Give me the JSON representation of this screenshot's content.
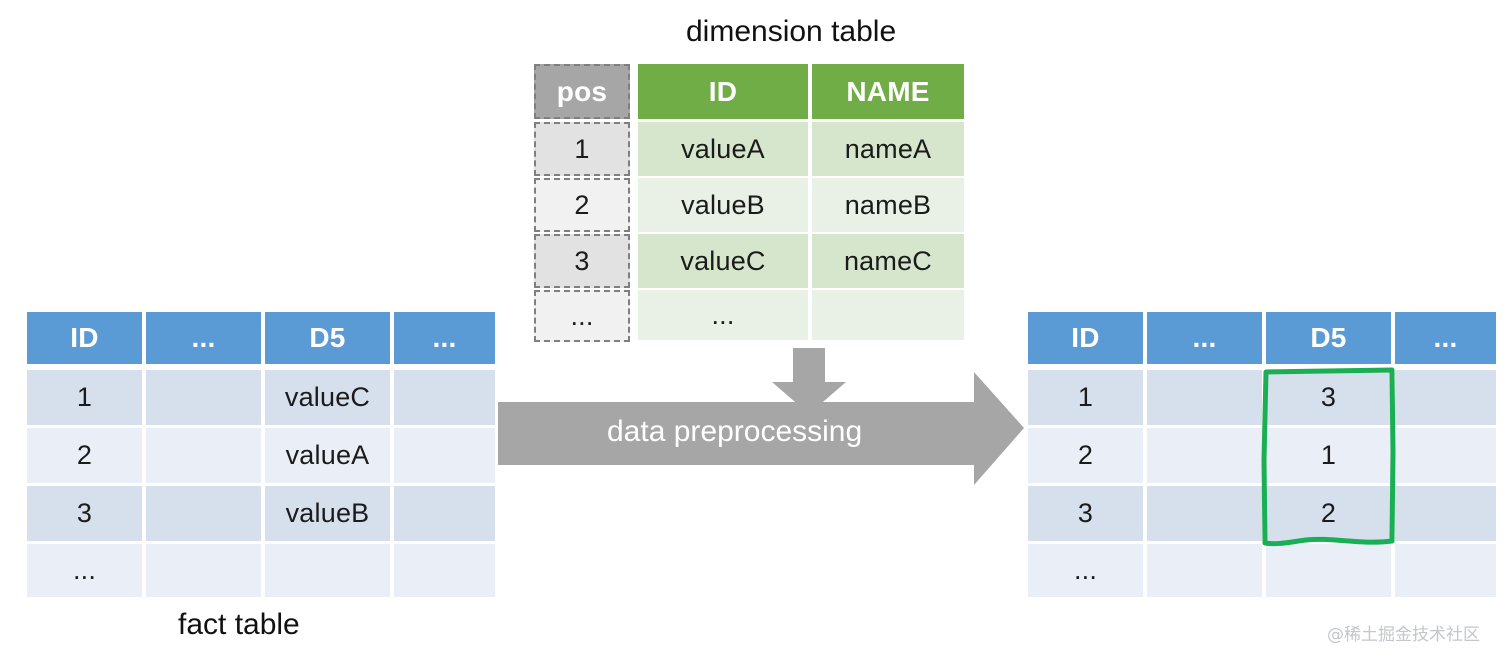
{
  "captions": {
    "dimension_table_title": "dimension table",
    "fact_table_label": "fact table",
    "watermark": "@稀土掘金技术社区"
  },
  "process_arrow": {
    "label": "data preprocessing",
    "color": "#a6a6a6",
    "direction": "left-to-right"
  },
  "down_arrow": {
    "color": "#a6a6a6",
    "direction": "top-to-bottom"
  },
  "annotation": {
    "shape": "hand-drawn-rectangle",
    "color": "#1aaf54",
    "target": "D5 column of output fact table"
  },
  "colors": {
    "blue_header": "#5b9bd5",
    "blue_row_a": "#d6e0ed",
    "blue_row_b": "#eaeff7",
    "green_header": "#70ad47",
    "green_row_a": "#d5e6cd",
    "green_row_b": "#e9f0e5",
    "gray_header": "#a6a6a6",
    "gray_row_a": "#e2e2e2",
    "gray_row_b": "#f1f1f1",
    "annotation_green": "#1aaf54"
  },
  "fact_table_input": {
    "columns": [
      "ID",
      "...",
      "D5",
      "..."
    ],
    "rows": [
      [
        "1",
        "",
        "valueC",
        ""
      ],
      [
        "2",
        "",
        "valueA",
        ""
      ],
      [
        "3",
        "",
        "valueB",
        ""
      ],
      [
        "...",
        "",
        "",
        ""
      ]
    ]
  },
  "fact_table_output": {
    "columns": [
      "ID",
      "...",
      "D5",
      "..."
    ],
    "rows": [
      [
        "1",
        "",
        "3",
        ""
      ],
      [
        "2",
        "",
        "1",
        ""
      ],
      [
        "3",
        "",
        "2",
        ""
      ],
      [
        "...",
        "",
        "",
        ""
      ]
    ]
  },
  "dimension_table": {
    "pos_column": {
      "header": "pos",
      "values": [
        "1",
        "2",
        "3",
        "..."
      ]
    },
    "columns": [
      "ID",
      "NAME"
    ],
    "rows": [
      [
        "valueA",
        "nameA"
      ],
      [
        "valueB",
        "nameB"
      ],
      [
        "valueC",
        "nameC"
      ],
      [
        "...",
        ""
      ]
    ]
  }
}
